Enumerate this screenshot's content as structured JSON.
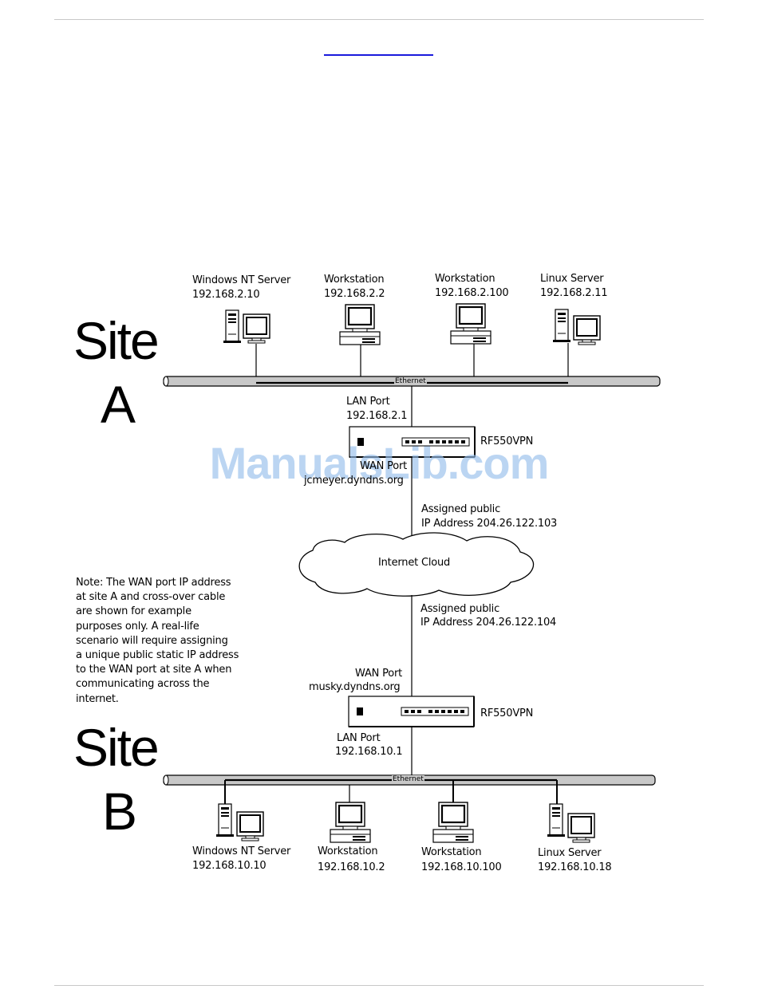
{
  "site_a": {
    "label_line1": "Site",
    "label_line2": "A",
    "hosts": [
      {
        "name": "Windows NT Server",
        "ip": "192.168.2.10"
      },
      {
        "name": "Workstation",
        "ip": "192.168.2.2"
      },
      {
        "name": "Workstation",
        "ip": "192.168.2.100"
      },
      {
        "name": "Linux Server",
        "ip": "192.168.2.11"
      }
    ],
    "ethernet_label": "Ethernet",
    "lan_port": {
      "label": "LAN Port",
      "ip": "192.168.2.1"
    },
    "router": "RF550VPN",
    "wan_port": {
      "label": "WAN Port",
      "host": "jcmeyer.dyndns.org"
    },
    "assigned": {
      "line1": "Assigned public",
      "line2": "IP Address 204.26.122.103"
    }
  },
  "cloud_label": "Internet Cloud",
  "site_b": {
    "label_line1": "Site",
    "label_line2": "B",
    "assigned": {
      "line1": "Assigned public",
      "line2": "IP Address 204.26.122.104"
    },
    "wan_port": {
      "label": "WAN Port",
      "host": "musky.dyndns.org"
    },
    "router": "RF550VPN",
    "lan_port": {
      "label": "LAN Port",
      "ip": "192.168.10.1"
    },
    "ethernet_label": "Ethernet",
    "hosts": [
      {
        "name": "Windows NT Server",
        "ip": "192.168.10.10"
      },
      {
        "name": "Workstation",
        "ip": "192.168.10.2"
      },
      {
        "name": "Workstation",
        "ip": "192.168.10.100"
      },
      {
        "name": "Linux Server",
        "ip": "192.168.10.18"
      }
    ]
  },
  "note": "Note: The WAN port IP address\nat site A and cross-over cable\nare shown for example\npurposes only.  A real-life\nscenario will require assigning\na unique public static IP address\nto the WAN port at site A when\ncommunicating across the\ninternet.",
  "watermark": "ManualsLib.com"
}
